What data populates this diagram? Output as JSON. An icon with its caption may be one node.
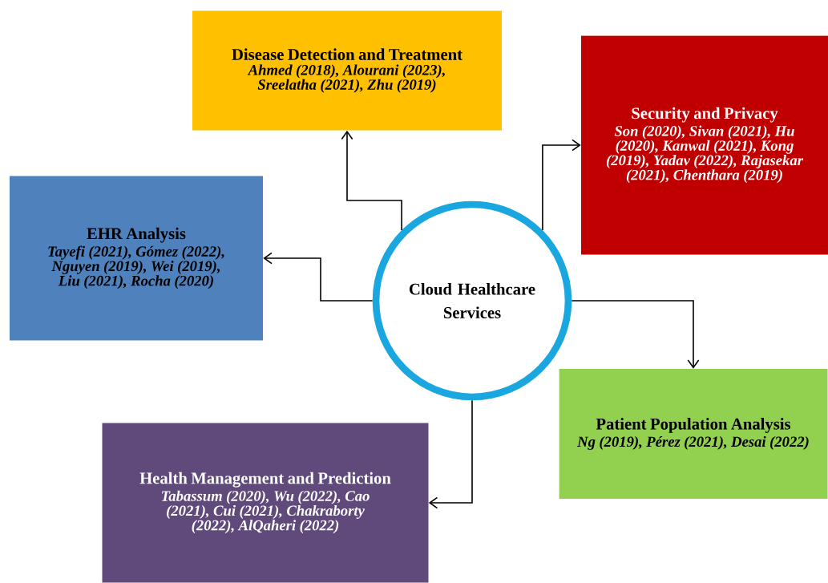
{
  "diagram": {
    "nodes": [
      {
        "text": [
          "Cloud Healthcare Services"
        ]
      },
      {
        "text": [
          "Disease Detection and Treatment",
          "Ahmed (2018), Alourani (2023), Sreelatha (2021), Zhu (2019)"
        ]
      },
      {
        "text": [
          "Security and Privacy",
          "Son (2020), Sivan (2021), Hu (2020), Kanwal (2021), Kong (2019), Yadav (2022), Rajasekar (2021), Chenthara (2019)"
        ]
      },
      {
        "text": [
          "EHR Analysis",
          "Tayefi (2021), Gómez (2022), Nguyen (2019), Wei (2019), Liu (2021), Rocha (2020)"
        ]
      },
      {
        "text": [
          "Patient Population Analysis",
          "Ng (2019), Pérez (2021), Desai (2022)"
        ]
      },
      {
        "text": [
          "Health Management and Prediction",
          "Tabassum (2020), Wu (2022), Cao (2021), Cui (2021), Chakraborty (2022), AlQaheri (2022)"
        ]
      }
    ],
    "edges": [
      {
        "from": 0,
        "to": 1,
        "arrow": "to"
      },
      {
        "from": 0,
        "to": 2,
        "arrow": "to"
      },
      {
        "from": 0,
        "to": 3,
        "arrow": "to"
      },
      {
        "from": 0,
        "to": 4,
        "arrow": "to"
      },
      {
        "from": 0,
        "to": 5,
        "arrow": "to"
      }
    ]
  }
}
